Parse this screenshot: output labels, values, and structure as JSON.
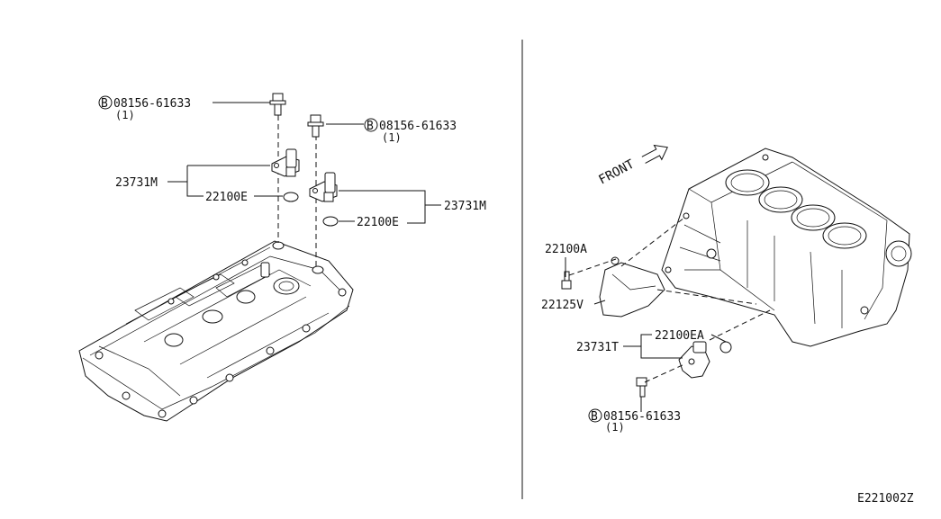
{
  "diagram_code": "E221002Z",
  "bolt_prefix": "B",
  "left_panel": {
    "bolt_top_left": {
      "part_no": "08156-61633",
      "qty": "(1)"
    },
    "bolt_top_right": {
      "part_no": "08156-61633",
      "qty": "(1)"
    },
    "sensor_left": "23731M",
    "oring_left": "22100E",
    "sensor_right": "23731M",
    "oring_right": "22100E"
  },
  "right_panel": {
    "front_label": "FRONT",
    "bolt_a": "22100A",
    "bracket": "22125V",
    "sensor": "23731T",
    "oring": "22100EA",
    "bolt_bottom": {
      "part_no": "08156-61633",
      "qty": "(1)"
    }
  }
}
